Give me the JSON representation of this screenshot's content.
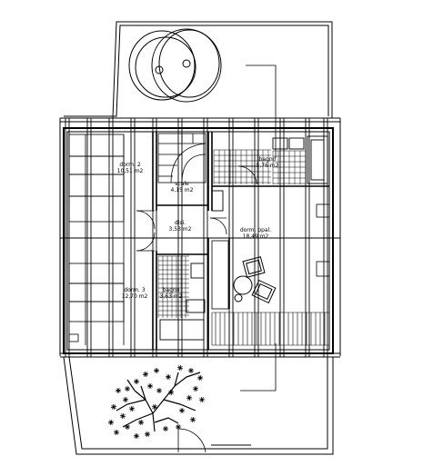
{
  "rooms": [
    {
      "key": "dorm2",
      "name": "dorm. 2",
      "area": "10,51 m2"
    },
    {
      "key": "scale",
      "name": "scale",
      "area": "4,15 m2"
    },
    {
      "key": "disimpegno",
      "name": "disi.",
      "area": "3,53 m2"
    },
    {
      "key": "bagno",
      "name": "bagno",
      "area": "5,76 m2"
    },
    {
      "key": "dormppal",
      "name": "dorm. ppal.",
      "area": "18,49 m2"
    },
    {
      "key": "dorm3",
      "name": "dorm. 3",
      "area": "12,70 m2"
    },
    {
      "key": "bagno2",
      "name": "bagno",
      "area": "3,63 m2"
    }
  ],
  "symbols": [
    "tree-icon",
    "tree-canopy-icon",
    "stair-icon",
    "armchair-icon",
    "round-table-icon"
  ]
}
